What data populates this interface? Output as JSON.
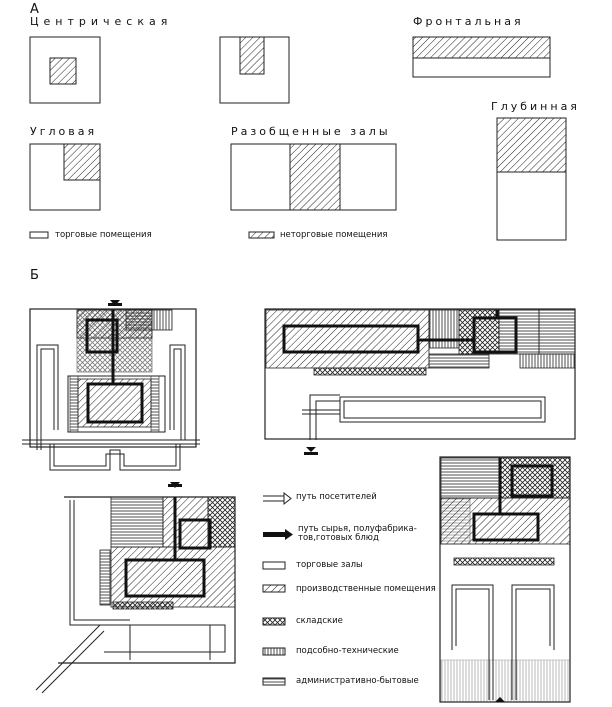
{
  "section_a": {
    "letter": "А",
    "labels": {
      "centric": "Центрическая",
      "frontal": "Фронтальная",
      "deep": "Глубинная",
      "corner": "Угловая",
      "separated": "Разобщенные залы"
    },
    "legend": {
      "trade": "торговые помещения",
      "nontrade": "неторговые помещения"
    }
  },
  "section_b": {
    "letter": "Б",
    "legend": {
      "visitors": "путь посетителей",
      "raw_line1": "путь сырья, полуфабрика-",
      "raw_line2": "тов,готовых блюд",
      "halls": "торговые залы",
      "production": "производственные помещения",
      "storage": "складские",
      "utility": "подсобно-технические",
      "admin": "административно-бытовые"
    }
  },
  "colors": {
    "ink": "#1a1a1a",
    "paper": "#ffffff"
  }
}
